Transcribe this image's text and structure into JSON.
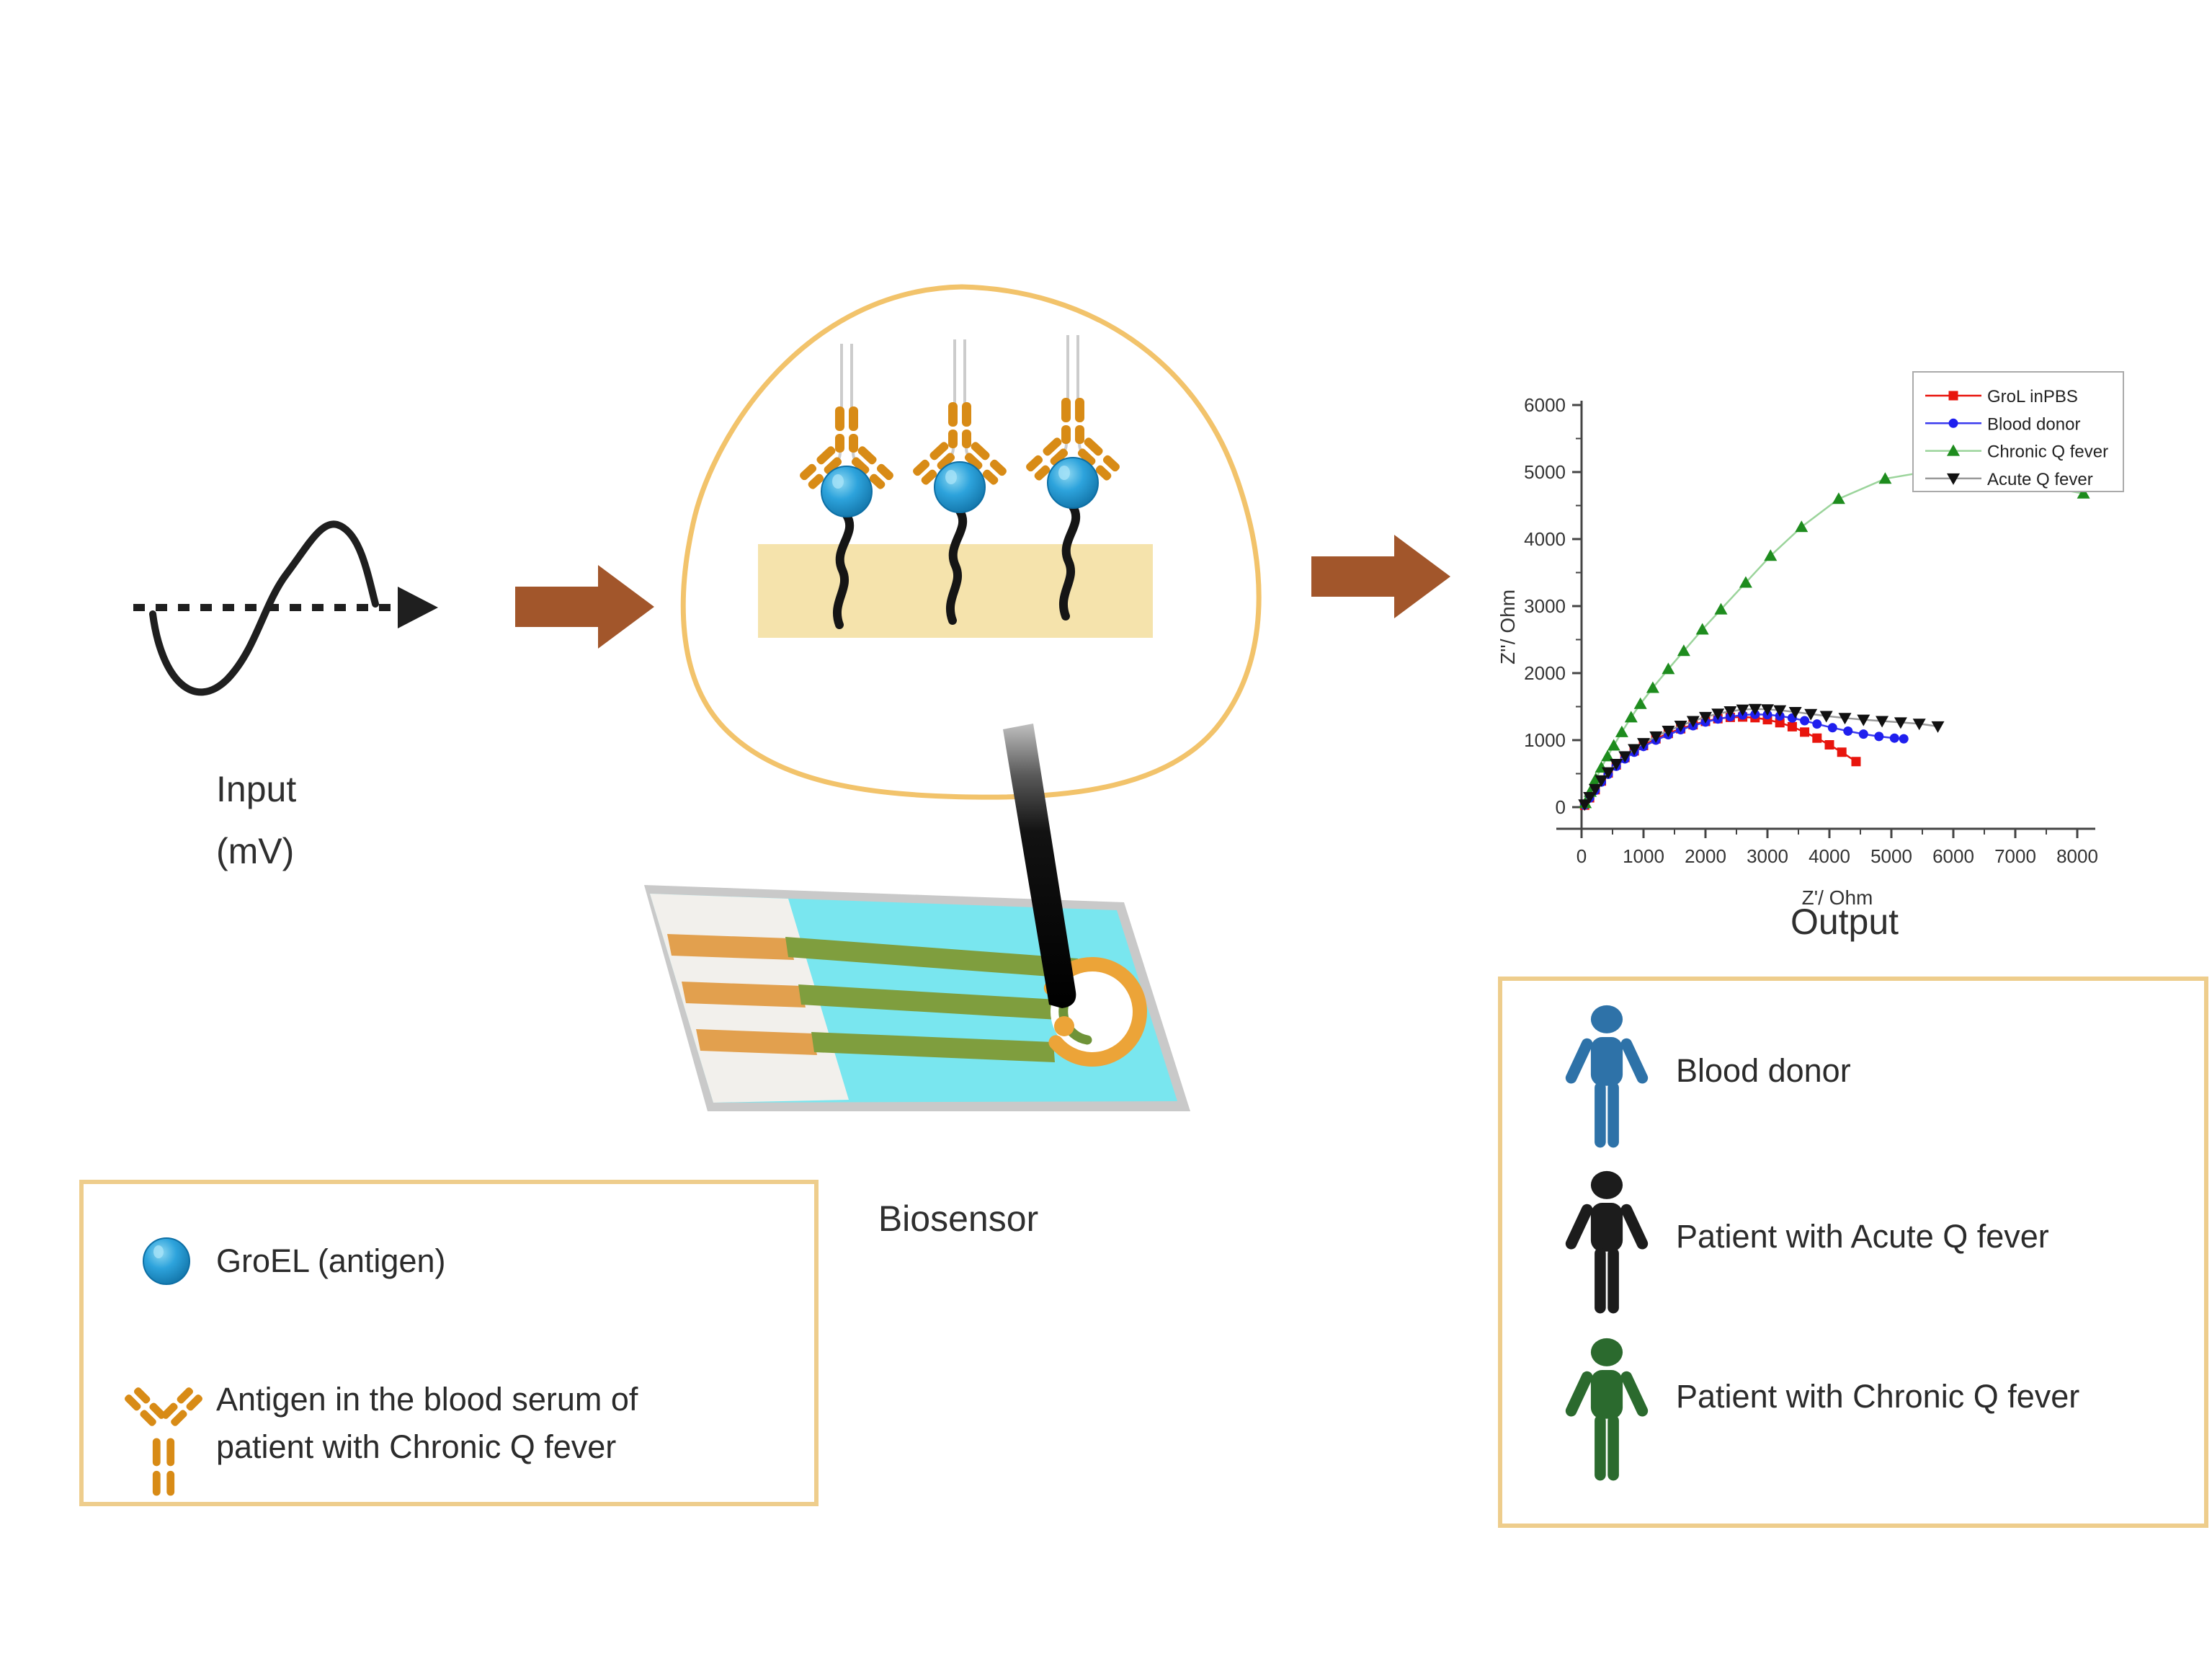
{
  "labels": {
    "input_line1": "Input",
    "input_line2": "(mV)",
    "biosensor": "Biosensor",
    "output": "Output"
  },
  "chart_data": {
    "type": "scatter",
    "title": "",
    "xlabel": "Z'/ Ohm",
    "ylabel": "Z''/ Ohm",
    "xlim": [
      0,
      8500
    ],
    "ylim": [
      -400,
      6400
    ],
    "xticks": [
      0,
      1000,
      2000,
      3000,
      4000,
      5000,
      6000,
      7000,
      8000
    ],
    "yticks": [
      0,
      1000,
      2000,
      3000,
      4000,
      5000,
      6000
    ],
    "grid": false,
    "legend_position": "top-right",
    "series": [
      {
        "name": "GroL inPBS",
        "marker": "square",
        "marker_color": "#e8150d",
        "line_color": "#e8150d",
        "points": [
          [
            50,
            30
          ],
          [
            130,
            140
          ],
          [
            220,
            260
          ],
          [
            320,
            390
          ],
          [
            430,
            510
          ],
          [
            560,
            630
          ],
          [
            700,
            740
          ],
          [
            850,
            840
          ],
          [
            1000,
            920
          ],
          [
            1200,
            1020
          ],
          [
            1400,
            1100
          ],
          [
            1600,
            1170
          ],
          [
            1800,
            1230
          ],
          [
            2000,
            1280
          ],
          [
            2200,
            1320
          ],
          [
            2400,
            1340
          ],
          [
            2600,
            1345
          ],
          [
            2800,
            1335
          ],
          [
            3000,
            1305
          ],
          [
            3200,
            1260
          ],
          [
            3400,
            1200
          ],
          [
            3600,
            1120
          ],
          [
            3800,
            1030
          ],
          [
            4000,
            930
          ],
          [
            4200,
            820
          ],
          [
            4430,
            680
          ]
        ]
      },
      {
        "name": "Blood donor",
        "marker": "circle",
        "marker_color": "#1f1fee",
        "line_color": "#3a3aee",
        "points": [
          [
            50,
            30
          ],
          [
            130,
            135
          ],
          [
            220,
            250
          ],
          [
            320,
            375
          ],
          [
            430,
            490
          ],
          [
            560,
            610
          ],
          [
            700,
            720
          ],
          [
            850,
            820
          ],
          [
            1000,
            905
          ],
          [
            1200,
            1000
          ],
          [
            1400,
            1080
          ],
          [
            1600,
            1155
          ],
          [
            1800,
            1215
          ],
          [
            2000,
            1270
          ],
          [
            2200,
            1315
          ],
          [
            2400,
            1350
          ],
          [
            2600,
            1375
          ],
          [
            2800,
            1385
          ],
          [
            3000,
            1380
          ],
          [
            3200,
            1360
          ],
          [
            3400,
            1330
          ],
          [
            3600,
            1290
          ],
          [
            3800,
            1240
          ],
          [
            4050,
            1185
          ],
          [
            4300,
            1135
          ],
          [
            4550,
            1090
          ],
          [
            4800,
            1055
          ],
          [
            5050,
            1030
          ],
          [
            5200,
            1020
          ]
        ]
      },
      {
        "name": "Chronic Q fever",
        "marker": "triangle-up",
        "marker_color": "#1e8c1e",
        "line_color": "#9bd49b",
        "points": [
          [
            60,
            60
          ],
          [
            140,
            230
          ],
          [
            230,
            420
          ],
          [
            320,
            590
          ],
          [
            420,
            760
          ],
          [
            520,
            920
          ],
          [
            650,
            1120
          ],
          [
            800,
            1340
          ],
          [
            950,
            1540
          ],
          [
            1150,
            1780
          ],
          [
            1400,
            2060
          ],
          [
            1650,
            2330
          ],
          [
            1950,
            2650
          ],
          [
            2250,
            2950
          ],
          [
            2650,
            3350
          ],
          [
            3050,
            3750
          ],
          [
            3550,
            4180
          ],
          [
            4150,
            4600
          ],
          [
            4900,
            4900
          ],
          [
            5600,
            5010
          ],
          [
            6100,
            5000
          ],
          [
            7000,
            4860
          ],
          [
            8100,
            4680
          ]
        ]
      },
      {
        "name": "Acute Q fever",
        "marker": "triangle-down",
        "marker_color": "#111111",
        "line_color": "#999999",
        "points": [
          [
            50,
            40
          ],
          [
            130,
            150
          ],
          [
            220,
            270
          ],
          [
            320,
            400
          ],
          [
            430,
            520
          ],
          [
            560,
            645
          ],
          [
            700,
            760
          ],
          [
            850,
            865
          ],
          [
            1000,
            955
          ],
          [
            1200,
            1055
          ],
          [
            1400,
            1140
          ],
          [
            1600,
            1215
          ],
          [
            1800,
            1285
          ],
          [
            2000,
            1345
          ],
          [
            2200,
            1395
          ],
          [
            2400,
            1430
          ],
          [
            2600,
            1455
          ],
          [
            2800,
            1465
          ],
          [
            3000,
            1460
          ],
          [
            3200,
            1445
          ],
          [
            3450,
            1420
          ],
          [
            3700,
            1390
          ],
          [
            3950,
            1360
          ],
          [
            4250,
            1330
          ],
          [
            4550,
            1305
          ],
          [
            4850,
            1285
          ],
          [
            5150,
            1265
          ],
          [
            5450,
            1245
          ],
          [
            5750,
            1205
          ]
        ]
      }
    ]
  },
  "antigen_legend": {
    "item1_label": "GroEL (antigen)",
    "item2_line1": "Antigen in the blood serum of",
    "item2_line2": "patient with Chronic Q fever"
  },
  "people_legend": {
    "items": [
      {
        "label": "Blood donor",
        "color": "#2e72a8"
      },
      {
        "label": "Patient with Acute Q fever",
        "color": "#1c1c1c"
      },
      {
        "label": "Patient with Chronic Q fever",
        "color": "#2b6a2e"
      }
    ]
  },
  "colors": {
    "box_border": "#eecd8c",
    "arrow_brown": "#a2562b",
    "antibody_orange": "#d88b16",
    "antigen_blue": "#2da3dc",
    "blob_outline": "#f2c36b",
    "electrode_tan": "#f5e3ac",
    "chip_cyan": "#79e6ef",
    "chip_trace_olive": "#7f9e3e",
    "chip_pad_orange": "#e2a04e",
    "signal_black": "#1f1f1f"
  }
}
